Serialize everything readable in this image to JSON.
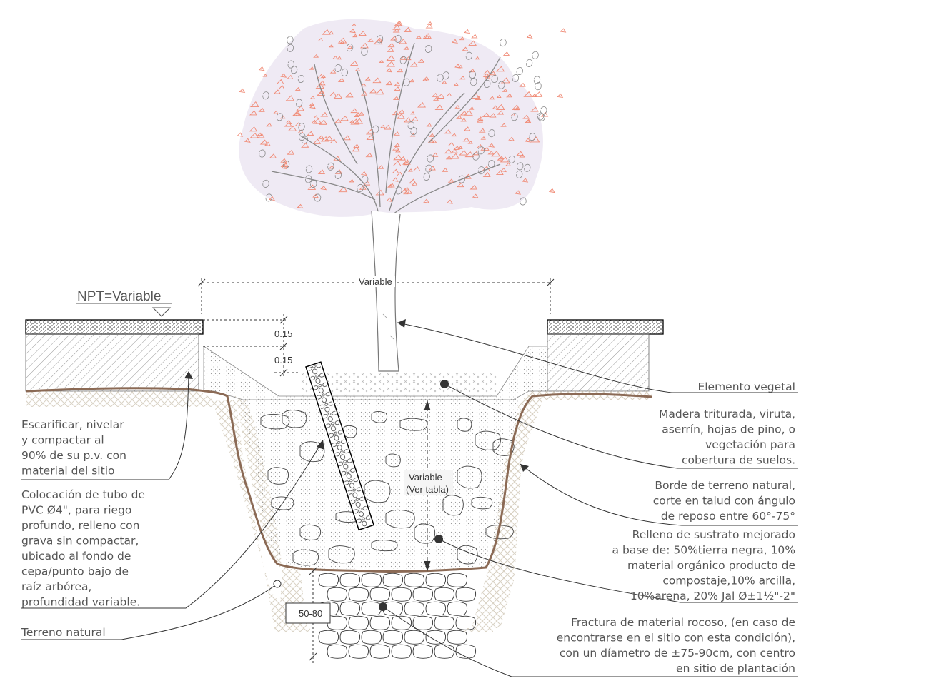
{
  "level_marker": {
    "text": "NPT=Variable"
  },
  "dimensions": {
    "top_width": "Variable",
    "top_layer": "0.15",
    "second_layer": "0.15",
    "pit_depth_line1": "Variable",
    "pit_depth_line2": "(Ver tabla)",
    "rock_depth": "50-80"
  },
  "labels_left": [
    {
      "lines": [
        "Escarificar, nivelar",
        "y compactar al",
        "90% de su p.v. con",
        "material del sitio"
      ]
    },
    {
      "lines": [
        "Colocación de tubo de",
        "PVC Ø4\", para riego",
        "profundo, relleno con",
        "grava sin compactar,",
        "ubicado al fondo de",
        "cepa/punto bajo de",
        "raíz arbórea,",
        "profundidad variable."
      ]
    },
    {
      "lines": [
        "Terreno natural"
      ]
    }
  ],
  "labels_right": [
    {
      "lines": [
        "Elemento vegetal"
      ]
    },
    {
      "lines": [
        "Madera triturada, viruta,",
        "aserrín, hojas de pino, o",
        "vegetación para",
        "cobertura de suelos."
      ]
    },
    {
      "lines": [
        "Borde de terreno natural,",
        "corte en talud con ángulo",
        "de reposo entre 60°-75°"
      ]
    },
    {
      "lines": [
        "Relleno de sustrato mejorado",
        "a base de: 50%tierra negra, 10%",
        "material orgánico producto de",
        "compostaje,10% arcilla,",
        "10%arena,  20% Jal Ø±1½\"-2\""
      ]
    },
    {
      "lines": [
        "Fractura de material rocoso, (en caso de",
        "encontrarse en el sitio con esta condición),",
        "con un díametro de ±75-90cm, con centro",
        "en sitio de plantación"
      ]
    }
  ],
  "colors": {
    "soil_line": "#8b6a55",
    "leaves": "#f08a75",
    "canopy_shade": "#e9e2f0",
    "text": "#555555"
  }
}
